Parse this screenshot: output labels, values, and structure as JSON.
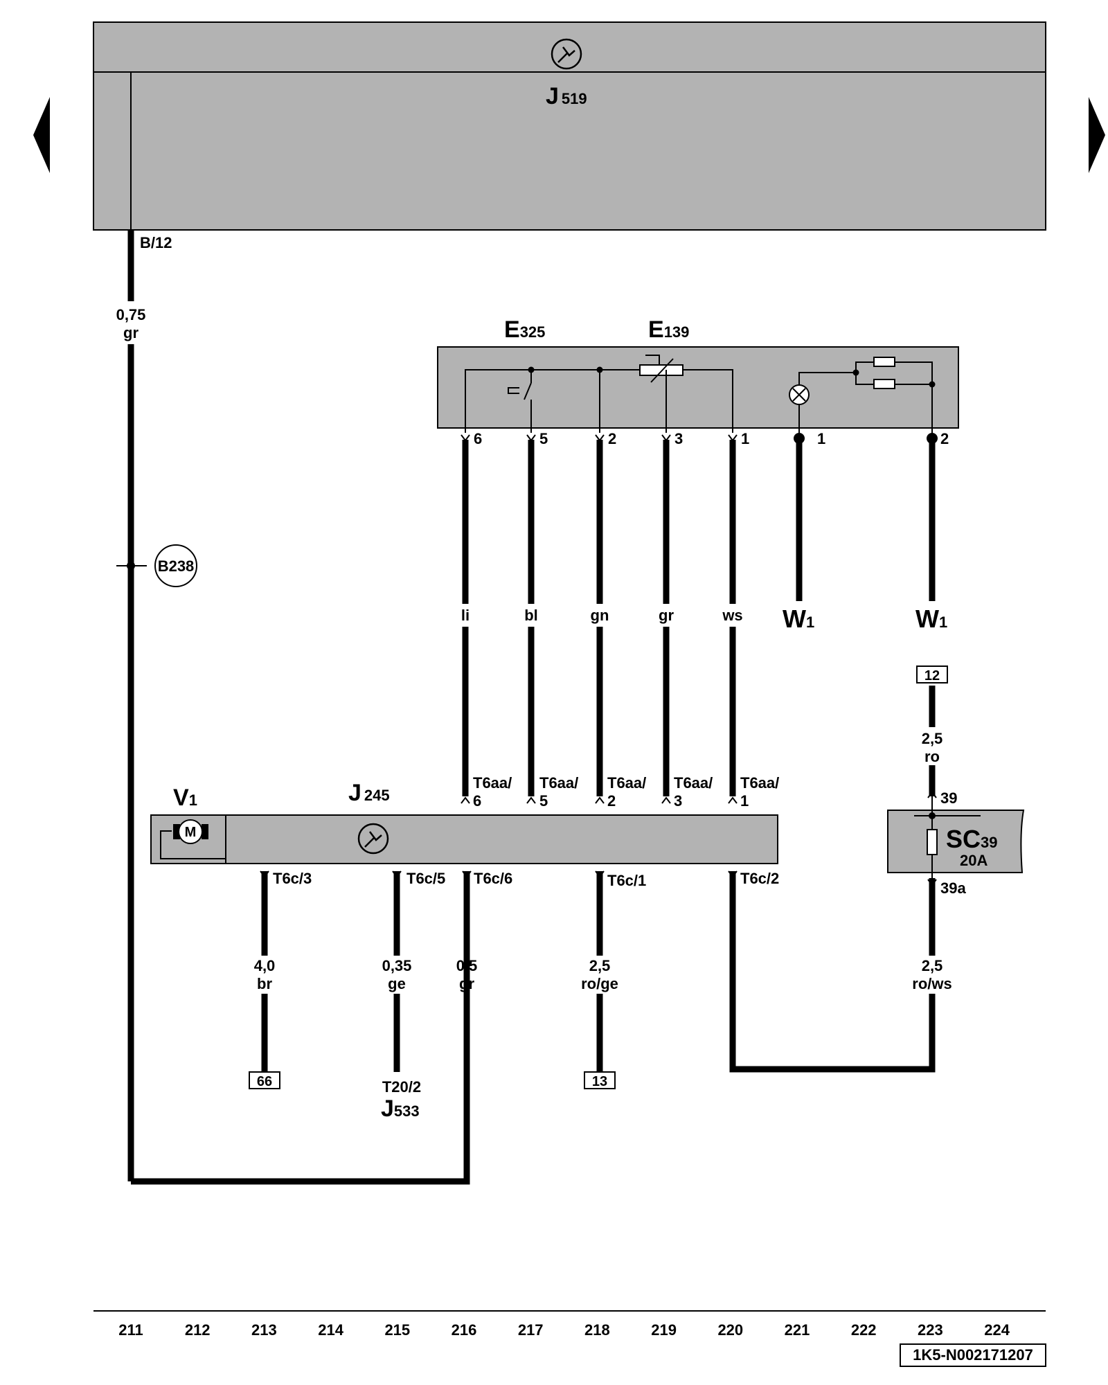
{
  "components": {
    "j519": {
      "name": "J",
      "sub": "519"
    },
    "e325": {
      "name": "E",
      "sub": "325"
    },
    "e139": {
      "name": "E",
      "sub": "139"
    },
    "j245": {
      "name": "J",
      "sub": "245"
    },
    "v1": {
      "name": "V",
      "sub": "1"
    },
    "sc39": {
      "name": "SC",
      "sub": "39",
      "rating": "20A"
    },
    "w1_left": {
      "name": "W",
      "sub": "1"
    },
    "w1_right": {
      "name": "W",
      "sub": "1"
    },
    "j533": {
      "connector": "T20/2",
      "name": "J",
      "sub": "533"
    },
    "b238": {
      "label": "B238"
    },
    "motor": {
      "label": "M"
    }
  },
  "pins": {
    "j519_b12": "B/12",
    "e_pin6": "6",
    "e_pin5": "5",
    "e_pin2": "2",
    "e_pin3": "3",
    "e_pin1": "1",
    "lamp_pin1": "1",
    "lamp_pin2": "2",
    "t6aa_6": [
      "T6aa/",
      "6"
    ],
    "t6aa_5": [
      "T6aa/",
      "5"
    ],
    "t6aa_2": [
      "T6aa/",
      "2"
    ],
    "t6aa_3": [
      "T6aa/",
      "3"
    ],
    "t6aa_1": [
      "T6aa/",
      "1"
    ],
    "t6c_3": "T6c/3",
    "t6c_5": "T6c/5",
    "t6c_6": "T6c/6",
    "t6c_1": "T6c/1",
    "t6c_2": "T6c/2",
    "sc_in": "39",
    "sc_out": "39a"
  },
  "wires": {
    "j519": {
      "size": "0,75",
      "color": "gr"
    },
    "li": "li",
    "bl": "bl",
    "gn": "gn",
    "gr": "gr",
    "ws": "ws",
    "t6c3": {
      "size": "4,0",
      "color": "br"
    },
    "t6c5": {
      "size": "0,35",
      "color": "ge"
    },
    "t6c6": {
      "size": "0,5",
      "color": "gr"
    },
    "t6c1": {
      "size": "2,5",
      "color": "ro/ge"
    },
    "sc_in": {
      "size": "2,5",
      "color": "ro"
    },
    "sc_out": {
      "size": "2,5",
      "color": "ro/ws"
    }
  },
  "refs": {
    "r66": "66",
    "r13": "13",
    "r12": "12"
  },
  "tracks": [
    "211",
    "212",
    "213",
    "214",
    "215",
    "216",
    "217",
    "218",
    "219",
    "220",
    "221",
    "222",
    "223",
    "224"
  ],
  "doc_id": "1K5-N002171207",
  "colors": {
    "component_fill": "#b3b3b3",
    "wire": "#000000"
  }
}
